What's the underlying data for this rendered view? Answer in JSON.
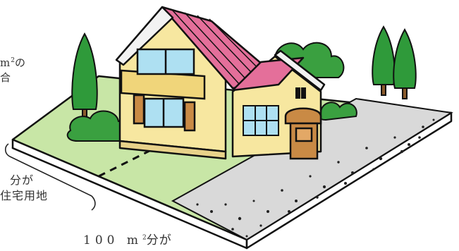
{
  "labels": {
    "top_line1_unit": "m",
    "top_line1_sup": "2",
    "top_line1_tail": "の",
    "top_line2": "合",
    "mid_line1": "分が",
    "mid_line2": "住宅用地",
    "bottom_num": "100",
    "bottom_unit": "m",
    "bottom_sup": "2",
    "bottom_tail": "分が"
  },
  "illustration": {
    "subject": "house-on-lot",
    "colors": {
      "lawn": "#c8e6a6",
      "wall": "#f7e7a0",
      "roof": "#e46f9a",
      "window": "#aee0f2",
      "tree": "#2f9a3a",
      "trunk": "#8a5a2b",
      "door": "#c98a45",
      "gravel": "#d9d9d9",
      "outline": "#111111"
    }
  }
}
